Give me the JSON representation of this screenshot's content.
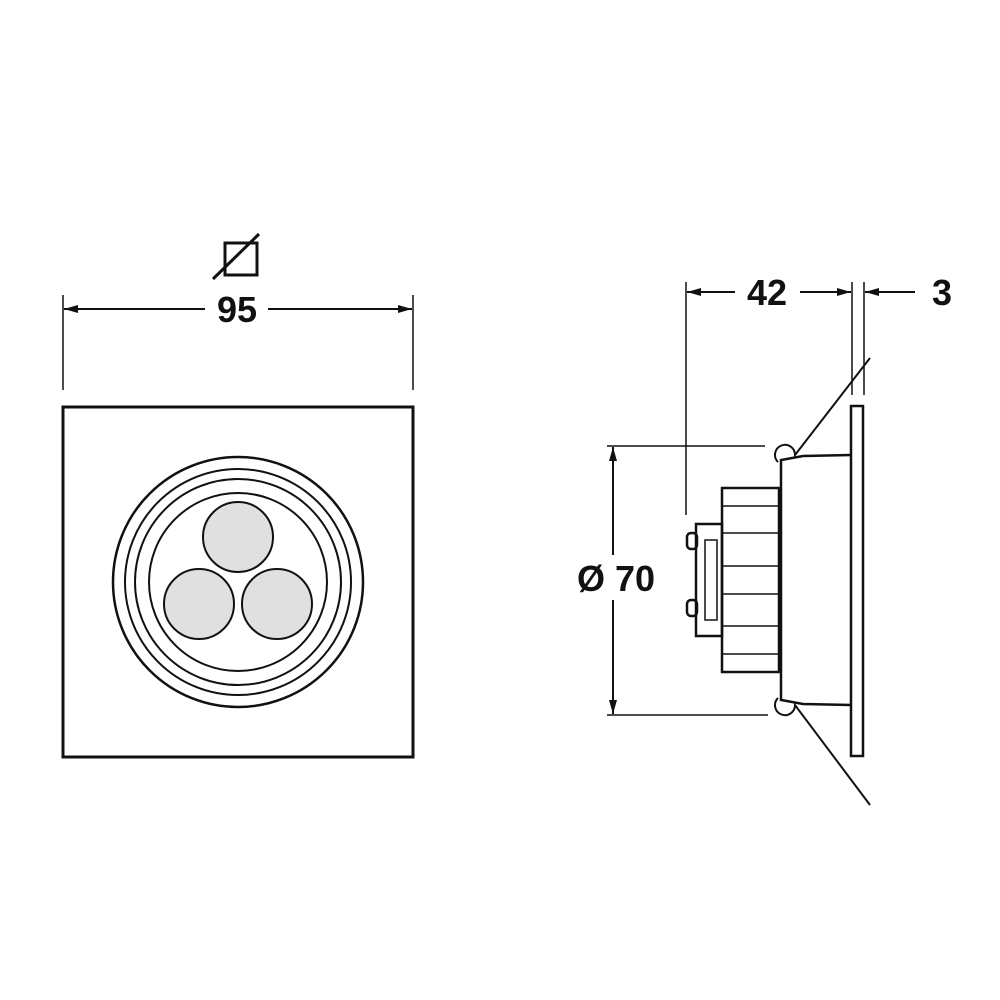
{
  "front_view": {
    "width_label": "95",
    "square_symbol": "square-diameter-symbol"
  },
  "side_view": {
    "depth_label": "42",
    "flange_label": "3",
    "diameter_label": "Ø 70"
  },
  "colors": {
    "line": "#111111",
    "led_fill": "#e0e0e0",
    "background": "#ffffff"
  }
}
